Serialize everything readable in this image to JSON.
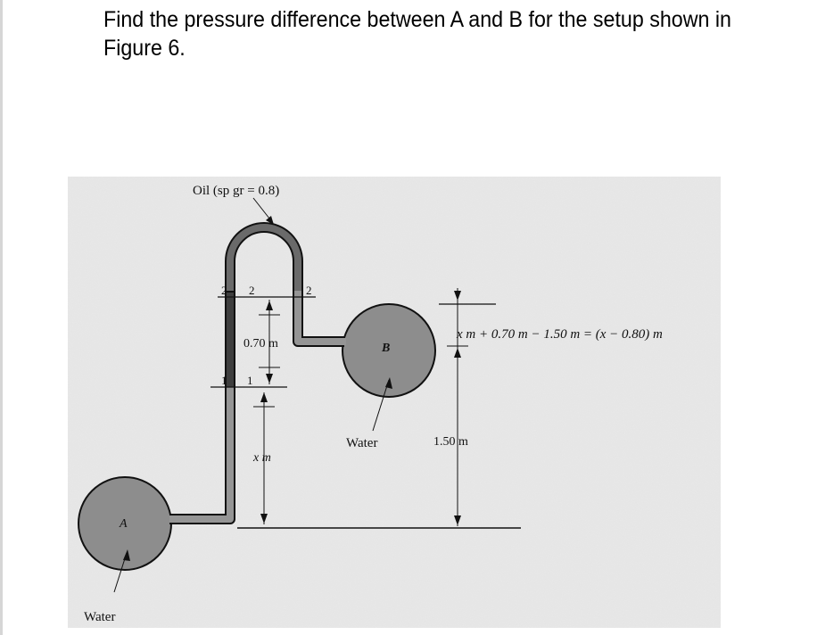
{
  "question": {
    "text": "Find the pressure difference between A and B for the setup shown in Figure 6."
  },
  "figure": {
    "oil_label": "Oil (sp gr = 0.8)",
    "level_2_left": "2",
    "level_2_mid": "2",
    "level_2_right": "2",
    "level_1_left": "1",
    "level_1_right": "1",
    "dim_070": "0.70 m",
    "dim_x": "x m",
    "dim_150": "1.50 m",
    "tank_b_label": "B",
    "tank_a_label": "A",
    "water_b_label": "Water",
    "water_a_label": "Water",
    "equation": "x m + 0.70 m − 1.50 m = (x − 0.80) m",
    "colors": {
      "page_gray": "#e9e9e9",
      "tank_fill": "#8d8d8d",
      "oil_fill": "#6a6a6a",
      "ink": "#111111"
    }
  }
}
